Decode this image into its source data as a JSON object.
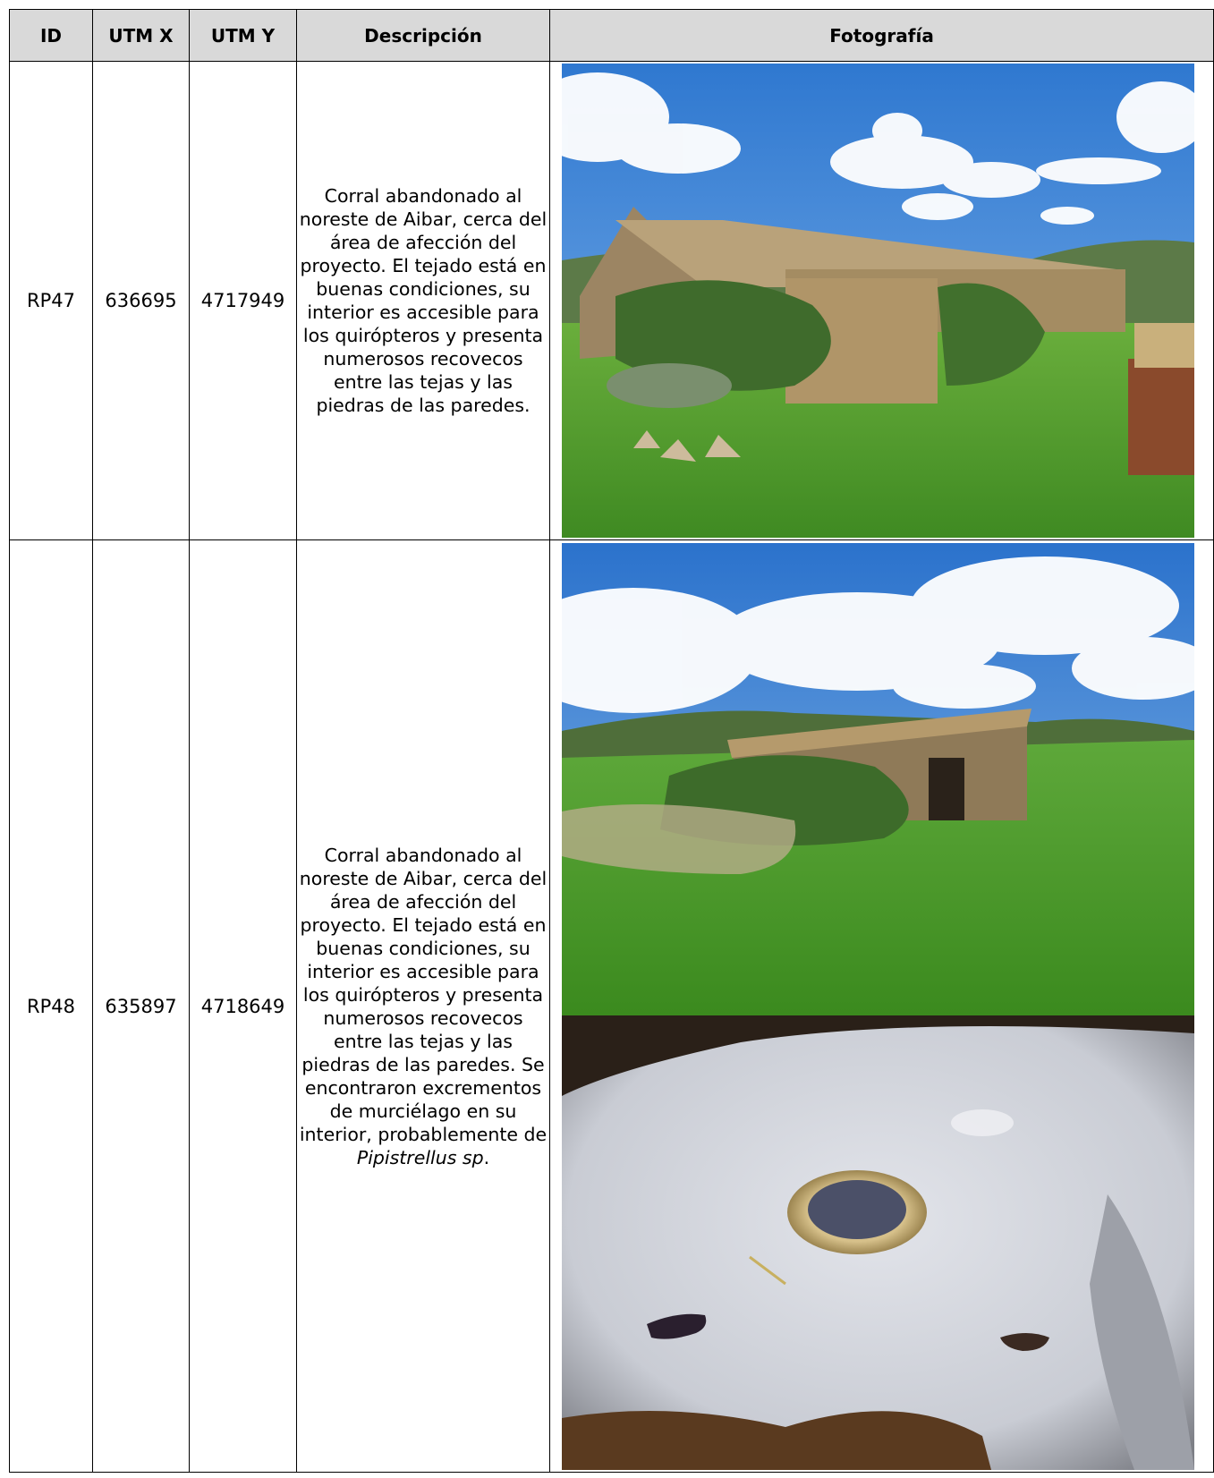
{
  "headers": {
    "id": "ID",
    "utm_x": "UTM X",
    "utm_y": "UTM Y",
    "description": "Descripción",
    "photo": "Fotografía"
  },
  "rows": [
    {
      "id": "RP47",
      "utm_x": "636695",
      "utm_y": "4717949",
      "description": "Corral abandonado al noreste de Aibar, cerca del área de afección del proyecto. El tejado está en buenas condiciones, su interior es accesible para los quirópteros y presenta numerosos recovecos entre las tejas y las piedras de las paredes."
    },
    {
      "id": "RP48",
      "utm_x": "635897",
      "utm_y": "4718649",
      "description": "Corral abandonado al noreste de Aibar, cerca del área de afección del proyecto. El tejado está en buenas condiciones, su interior es accesible para los quirópteros y presenta numerosos recovecos entre las tejas y las piedras de las paredes. Se encontraron excrementos de murciélago en su interior, probablemente de",
      "species": "Pipistrellus sp",
      "species_suffix": "."
    }
  ],
  "colors": {
    "header_bg": "#d9d9d9",
    "border": "#000000",
    "sky": "#3f86d6",
    "grass": "#4f9a2c",
    "stone": "#b59a6c"
  }
}
